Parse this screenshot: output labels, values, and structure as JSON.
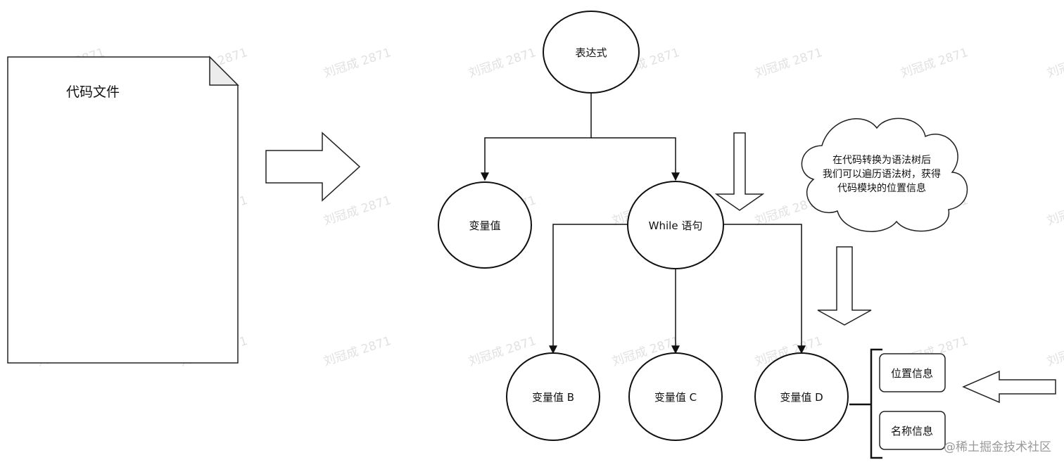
{
  "document": {
    "label": "代码文件"
  },
  "tree": {
    "root": "表达式",
    "left_child": "变量值",
    "while_node": "While 语句",
    "leaves": [
      "变量值 B",
      "变量值 C",
      "变量值 D"
    ]
  },
  "cloud_note": {
    "lines": [
      "在代码转换为语法树后",
      "我们可以遍历语法树，获得",
      "代码模块的位置信息"
    ]
  },
  "info_boxes": {
    "position": "位置信息",
    "name": "名称信息"
  },
  "watermark": "刘冠成 2871",
  "site_mark": "@稀土掘金技术社区"
}
